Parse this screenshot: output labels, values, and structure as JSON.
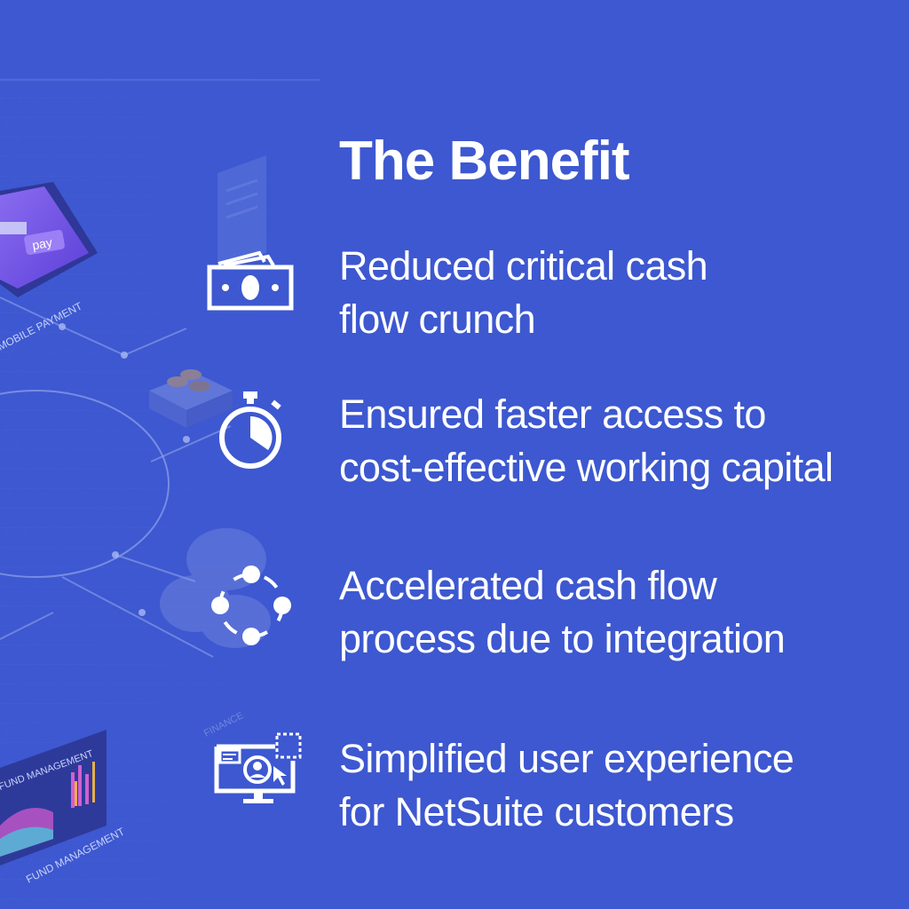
{
  "title": "The Benefit",
  "background_color": "#3d58d0",
  "background_labels": {
    "mobile_payment": "MOBILE PAYMENT",
    "pay": "pay",
    "fund_management_panel": "FUND MANAGEMENT",
    "fund_management_floor": "FUND MANAGEMENT",
    "finance": "FINANCE"
  },
  "benefits": [
    {
      "icon": "money-icon",
      "line1": "Reduced critical cash",
      "line2": "flow crunch"
    },
    {
      "icon": "stopwatch-icon",
      "line1": "Ensured faster access to",
      "line2": "cost-effective working capital"
    },
    {
      "icon": "cycle-icon",
      "line1": "Accelerated cash flow",
      "line2": "process due to integration"
    },
    {
      "icon": "user-monitor-icon",
      "line1": "Simplified user experience",
      "line2": "for NetSuite customers"
    }
  ]
}
